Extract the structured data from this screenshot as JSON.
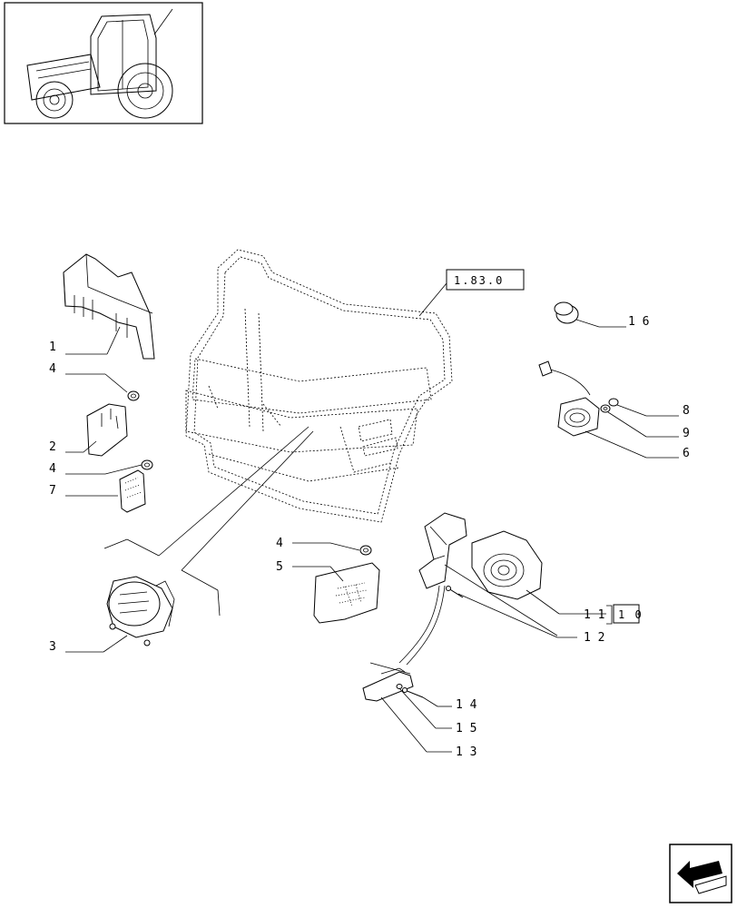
{
  "callouts": {
    "c1": "1",
    "c2": "2",
    "c3": "3",
    "c4a": "4",
    "c4b": "4",
    "c4c": "4",
    "c5": "5",
    "c6": "6",
    "c7": "7",
    "c8": "8",
    "c9": "9",
    "c11": "1 1",
    "c12": "1 2",
    "c13": "1 3",
    "c14": "1 4",
    "c15": "1 5",
    "c16": "1 6"
  },
  "references": {
    "cab_frame": "1.83.0",
    "group": "1 0"
  },
  "icons": {
    "thumbnail": "tractor-thumbnail-icon",
    "nav": "next-page-arrow-icon"
  }
}
